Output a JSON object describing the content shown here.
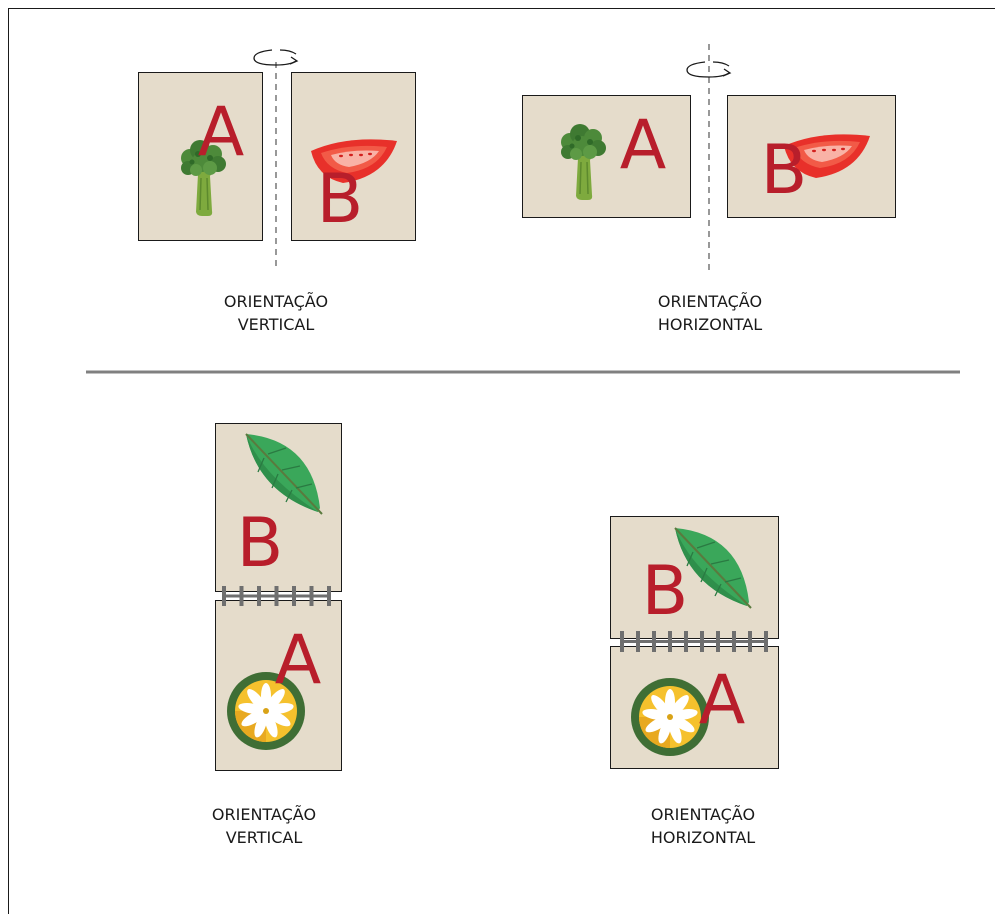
{
  "colors": {
    "paper": "#e5dccb",
    "letter": "#b81e2b",
    "divider": "#808080",
    "leaf": "#3aa75a",
    "broccoli": "#4d8a3a",
    "tomato": "#e8302a",
    "flower_ring": "#3f6e35",
    "flower_center": "#f5c12d"
  },
  "icons": [
    "broccoli-icon",
    "tomato-slice-icon",
    "leaf-icon",
    "flower-icon",
    "rotate-arrow-icon",
    "spiral-binding-icon"
  ],
  "sections": {
    "duplex": {
      "vertical": {
        "page_a": {
          "letter": "A",
          "icon": "broccoli-icon"
        },
        "page_b": {
          "letter": "B",
          "icon": "tomato-slice-icon"
        },
        "label": [
          "ORIENTAÇÃO",
          "VERTICAL"
        ]
      },
      "horizontal": {
        "page_a": {
          "letter": "A",
          "icon": "broccoli-icon"
        },
        "page_b": {
          "letter": "B",
          "icon": "tomato-slice-icon"
        },
        "label": [
          "ORIENTAÇÃO",
          "HORIZONTAL"
        ]
      }
    },
    "flip": {
      "vertical": {
        "page_top": {
          "letter": "B",
          "icon": "leaf-icon"
        },
        "page_bottom": {
          "letter": "A",
          "icon": "flower-icon"
        },
        "label": [
          "ORIENTAÇÃO",
          "VERTICAL"
        ]
      },
      "horizontal": {
        "page_top": {
          "letter": "B",
          "icon": "leaf-icon"
        },
        "page_bottom": {
          "letter": "A",
          "icon": "flower-icon"
        },
        "label": [
          "ORIENTAÇÃO",
          "HORIZONTAL"
        ]
      }
    }
  }
}
